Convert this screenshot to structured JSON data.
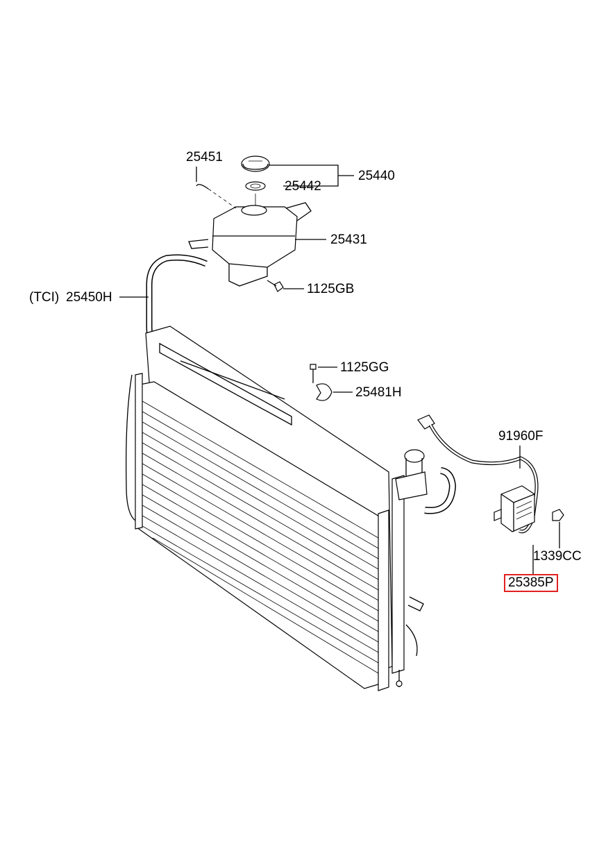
{
  "callouts": {
    "p25451": "25451",
    "p25440": "25440",
    "p25442": "25442",
    "p25431": "25431",
    "p25450h_prefix": "(TCI)",
    "p25450h": "25450H",
    "p1125gb": "1125GB",
    "p1125gg": "1125GG",
    "p25481h": "25481H",
    "p91960f": "91960F",
    "p1339cc": "1339CC",
    "p25385p": "25385P"
  },
  "highlight_color": "#e02020"
}
